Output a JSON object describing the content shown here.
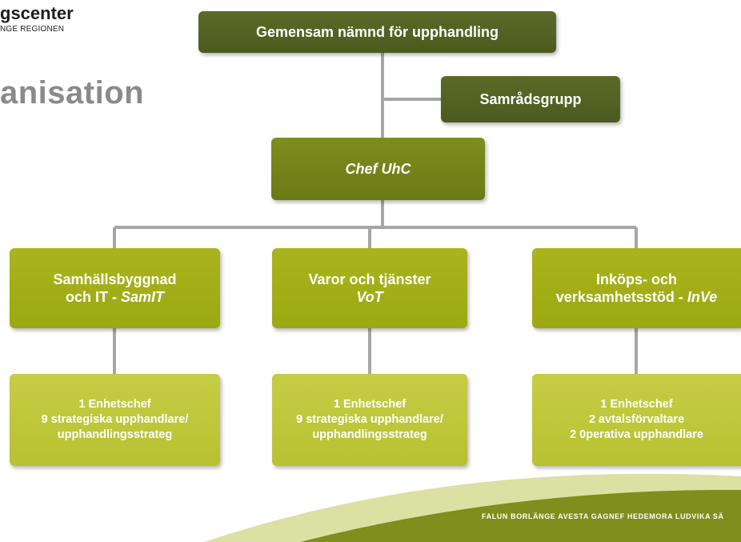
{
  "logo": {
    "name": "gscenter",
    "sub": "NGE REGIONEN"
  },
  "title": "anisation",
  "nodes": {
    "top": "Gemensam nämnd för upphandling",
    "group": "Samrådsgrupp",
    "chief": "Chef UhC",
    "unit1": {
      "line1": "Samhällsbyggnad",
      "line2_pre": "och IT - ",
      "line2_em": "SamIT"
    },
    "unit2": {
      "line1": "Varor och tjänster",
      "line2_em": "VoT"
    },
    "unit3": {
      "line1": "Inköps- och",
      "line2_pre": "verksamhetsstöd - ",
      "line2_em": "InVe"
    },
    "staff1": [
      "1 Enhetschef",
      "9 strategiska upphandlare/",
      "upphandlingsstrateg"
    ],
    "staff2": [
      "1 Enhetschef",
      "9 strategiska upphandlare/",
      "upphandlingsstrateg"
    ],
    "staff3": [
      "1 Enhetschef",
      "2 avtalsförvaltare",
      "2 0perativa upphandlare"
    ]
  },
  "footer": "FALUN  BORLÄNGE  AVESTA  GAGNEF  HEDEMORA  LUDVIKA  SÄ",
  "colors": {
    "dark": "#4f5c20",
    "olive": "#76861a",
    "mid": "#a3ae18",
    "light": "#c0c83c",
    "connector": "#a6a6a6"
  }
}
